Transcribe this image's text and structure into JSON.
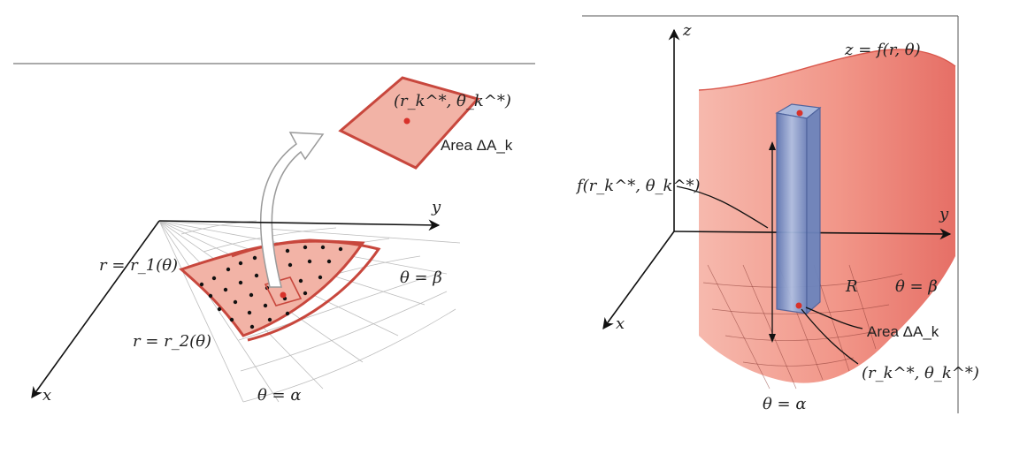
{
  "left_figure": {
    "labels": {
      "area_point": "(r_k^*, θ_k^*)",
      "area": "Area ΔA_k",
      "y_axis": "y",
      "x_axis": "x",
      "r1": "r = r_1(θ)",
      "r2": "r = r_2(θ)",
      "theta_beta": "θ = β",
      "theta_alpha": "θ = α"
    }
  },
  "right_figure": {
    "labels": {
      "z_axis": "z",
      "surface": "z = f(r, θ)",
      "height": "f(r_k^*, θ_k^*)",
      "y_axis": "y",
      "x_axis": "x",
      "region": "R",
      "theta_beta": "θ = β",
      "area": "Area ΔA_k",
      "point": "(r_k^*, θ_k^*)",
      "theta_alpha": "θ = α"
    }
  },
  "colors": {
    "region_fill": "#f2b3a6",
    "region_edge": "#c8473d",
    "surface": "#e86a5f",
    "column": "#7f96c7",
    "point": "#d8322a"
  }
}
